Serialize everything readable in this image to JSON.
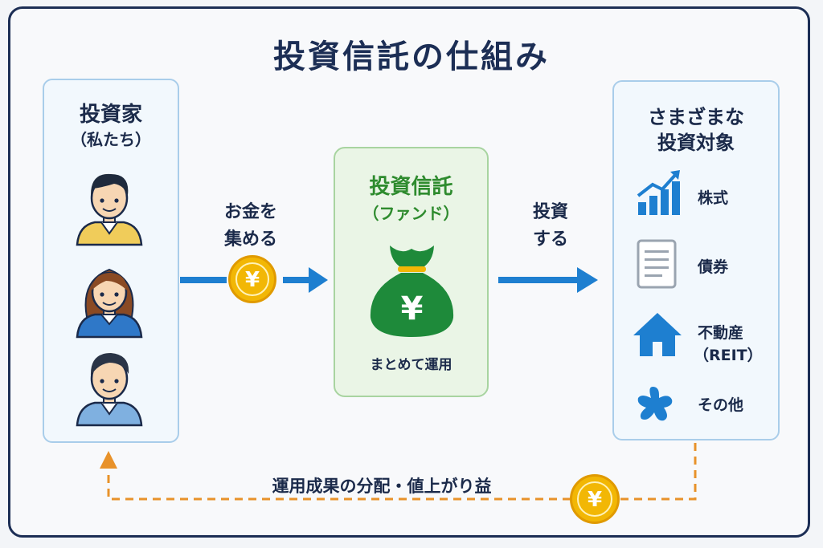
{
  "title": "投資信託の仕組み",
  "investors": {
    "heading": "投資家",
    "subheading": "（私たち）"
  },
  "collect": {
    "line1": "お金を",
    "line2": "集める"
  },
  "fund": {
    "heading": "投資信託",
    "subheading": "（ファンド）",
    "note": "まとめて運用",
    "bag_symbol": "¥"
  },
  "invest": {
    "line1": "投資",
    "line2": "する"
  },
  "targets": {
    "heading_line1": "さまざまな",
    "heading_line2": "投資対象",
    "items": [
      {
        "label": "株式",
        "icon": "bar-chart-up-icon"
      },
      {
        "label": "債券",
        "icon": "document-icon"
      },
      {
        "label": "不動産",
        "label2": "（REIT）",
        "icon": "house-icon"
      },
      {
        "label": "その他",
        "icon": "star-icon"
      }
    ]
  },
  "return_flow": {
    "label": "運用成果の分配・値上がり益"
  },
  "coin_symbol": "¥",
  "colors": {
    "navy": "#1c2e55",
    "blue": "#1e7fd0",
    "green": "#1e8a3a",
    "coin": "#f2b705",
    "orange": "#e8922a"
  }
}
